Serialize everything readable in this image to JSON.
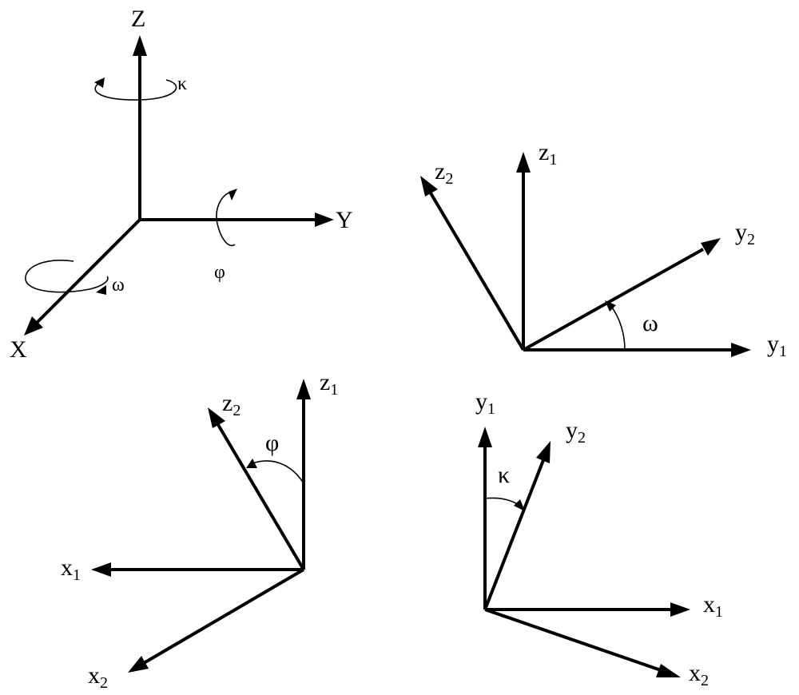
{
  "colors": {
    "ink": "#000000",
    "background": "#ffffff"
  },
  "panel_main": {
    "axis_x": "X",
    "axis_y": "Y",
    "axis_z": "Z",
    "rot_kappa": "κ",
    "rot_phi": "φ",
    "rot_omega": "ω"
  },
  "panel_omega": {
    "z1": {
      "base": "z",
      "sub": "1"
    },
    "z2": {
      "base": "z",
      "sub": "2"
    },
    "y1": {
      "base": "y",
      "sub": "1"
    },
    "y2": {
      "base": "y",
      "sub": "2"
    },
    "angle": "ω"
  },
  "panel_phi": {
    "z1": {
      "base": "z",
      "sub": "1"
    },
    "z2": {
      "base": "z",
      "sub": "2"
    },
    "x1": {
      "base": "x",
      "sub": "1"
    },
    "x2": {
      "base": "x",
      "sub": "2"
    },
    "angle": "φ"
  },
  "panel_kappa": {
    "y1": {
      "base": "y",
      "sub": "1"
    },
    "y2": {
      "base": "y",
      "sub": "2"
    },
    "x1": {
      "base": "x",
      "sub": "1"
    },
    "x2": {
      "base": "x",
      "sub": "2"
    },
    "angle": "κ"
  }
}
